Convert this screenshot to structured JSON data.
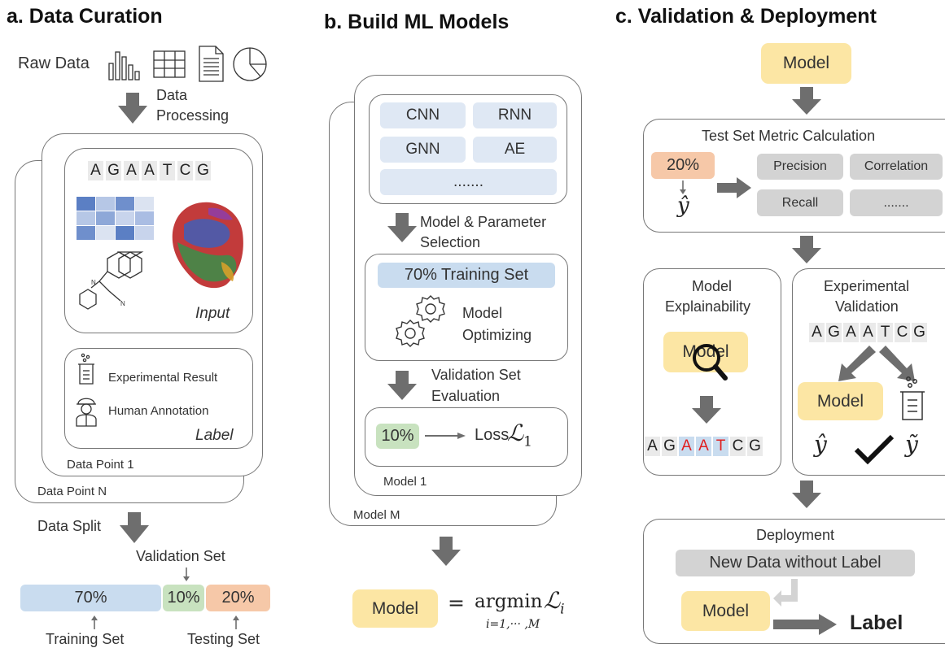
{
  "panel_a": {
    "heading": "a. Data Curation",
    "raw_data": "Raw Data",
    "data_processing_1": "Data",
    "data_processing_2": "Processing",
    "sequence": [
      "A",
      "G",
      "A",
      "A",
      "T",
      "C",
      "G"
    ],
    "input_label": "Input",
    "experimental_result": "Experimental Result",
    "human_annotation": "Human Annotation",
    "label_label": "Label",
    "data_point_1": "Data Point 1",
    "data_point_n": "Data Point N",
    "data_split": "Data Split",
    "validation_set": "Validation Set",
    "split_train": "70%",
    "split_val": "10%",
    "split_test": "20%",
    "training_set": "Training Set",
    "testing_set": "Testing Set"
  },
  "panel_b": {
    "heading": "b. Build ML Models",
    "models": [
      "CNN",
      "RNN",
      "GNN",
      "AE"
    ],
    "more": ".......",
    "selection_1": "Model & Parameter",
    "selection_2": "Selection",
    "training_set": "70% Training Set",
    "optimizing_1": "Model",
    "optimizing_2": "Optimizing",
    "validation_1": "Validation Set",
    "validation_2": "Evaluation",
    "val_pct": "10%",
    "loss": "Loss",
    "loss_symbol": "ℒ",
    "loss_sub": "1",
    "model_1": "Model 1",
    "model_m": "Model M",
    "model_box": "Model",
    "eq": "=",
    "argmin": "argmin",
    "argmin_sub": "i=1,··· ,M",
    "argmin_loss": "ℒ",
    "argmin_loss_sub": "i"
  },
  "panel_c": {
    "heading": "c. Validation & Deployment",
    "model_top": "Model",
    "metric_title": "Test Set Metric Calculation",
    "test_pct": "20%",
    "y_hat": "ŷ",
    "metrics": [
      "Precision",
      "Correlation",
      "Recall",
      "......."
    ],
    "explain_1": "Model",
    "explain_2": "Explainability",
    "explain_model": "Model",
    "explain_seq": [
      "A",
      "G",
      "A",
      "A",
      "T",
      "C",
      "G"
    ],
    "exp_1": "Experimental",
    "exp_2": "Validation",
    "exp_seq": [
      "A",
      "G",
      "A",
      "A",
      "T",
      "C",
      "G"
    ],
    "exp_model": "Model",
    "y_tilde": "ỹ",
    "deployment": "Deployment",
    "new_data": "New Data without Label",
    "deploy_model": "Model",
    "label": "Label"
  },
  "colors": {
    "blue": "#dfe8f4",
    "green": "#c8e2bf",
    "orange": "#f6c8a8",
    "yellow": "#fce6a4",
    "gray": "#d3d3d3",
    "highlight_red": "#e02020",
    "arrow": "#6e6e6e"
  }
}
